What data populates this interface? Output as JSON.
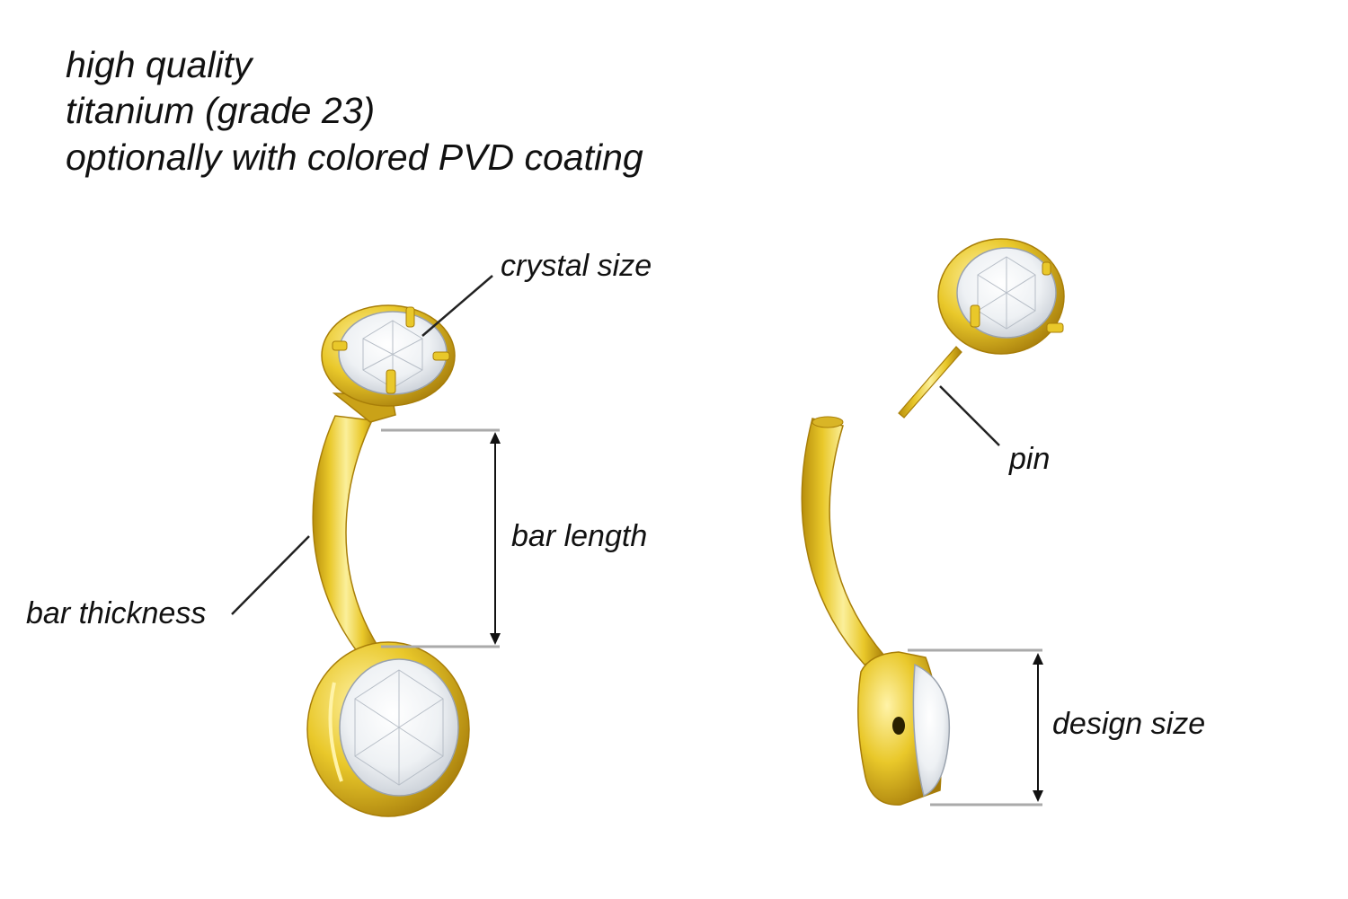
{
  "header": {
    "lines": [
      "high quality",
      "titanium (grade 23)",
      "optionally with colored PVD coating"
    ]
  },
  "labels": {
    "crystal_size": "crystal size",
    "bar_length": "bar length",
    "bar_thickness": "bar thickness",
    "pin": "pin",
    "design_size": "design size"
  },
  "colors": {
    "gold": "#e9c82a",
    "gold_dark": "#b88f0c",
    "gold_light": "#fbef9a",
    "crystal": "#eef1f4",
    "crystal_shade": "#c6ccd4",
    "leader_line": "#222222",
    "guide_line": "#aaaaaa",
    "text": "#111111"
  }
}
